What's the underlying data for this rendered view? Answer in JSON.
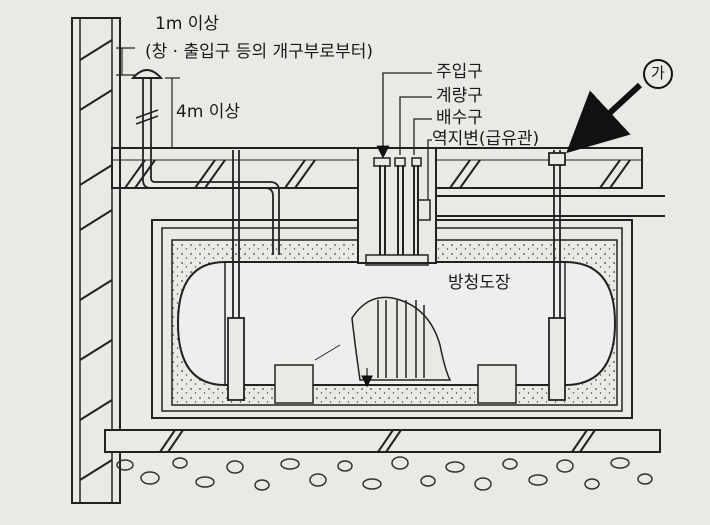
{
  "labels": {
    "distance_1m": "1m 이상",
    "distance_1m_note": "(창 · 출입구 등의 개구부로부터)",
    "distance_4m": "4m 이상",
    "fill_port": "주입구",
    "gauge_port": "계량구",
    "drain_port": "배수구",
    "shutoff_valve": "역지변(급유관)",
    "anticorrosion": "방청도장",
    "marker": "가"
  }
}
